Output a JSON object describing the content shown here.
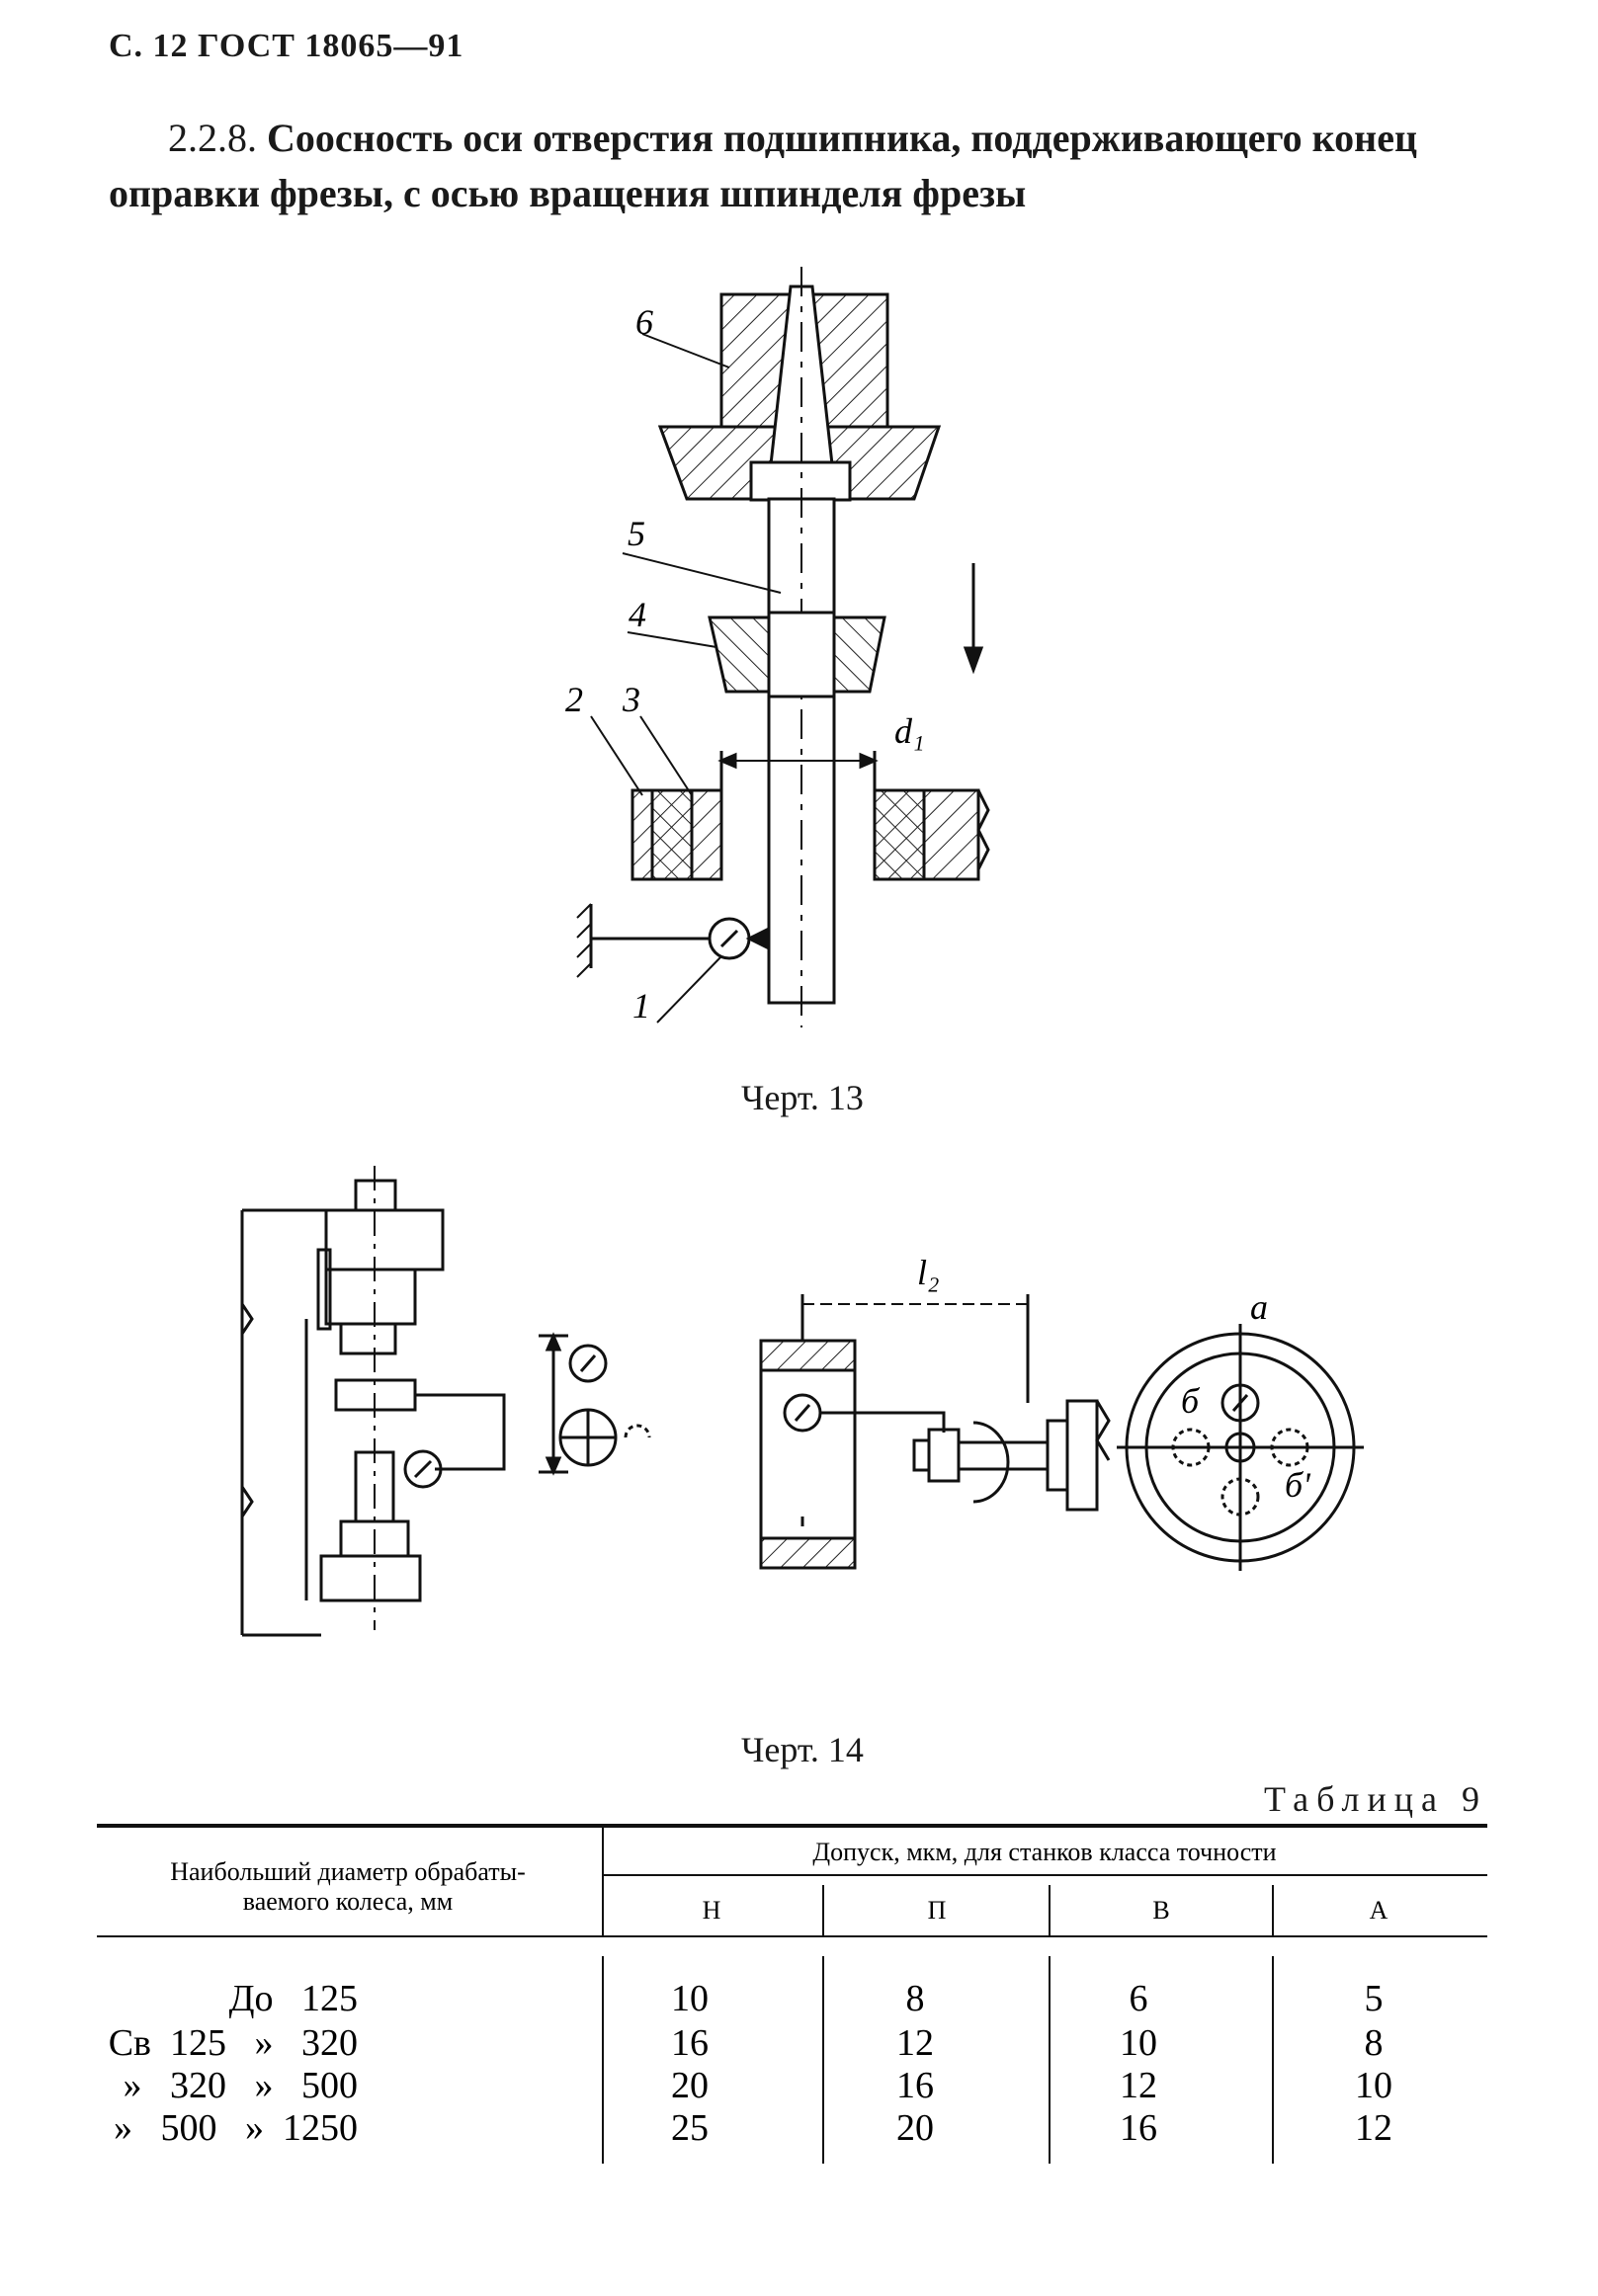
{
  "header": {
    "page_ref": "С. 12 ГОСТ 18065—91"
  },
  "section": {
    "number": "2.2.8.",
    "title": "Соосность оси отверстия подшипника, поддерживающего конец оправки фрезы, с осью вращения шпинделя фрезы"
  },
  "figure13": {
    "caption": "Черт. 13",
    "labels": {
      "l1": "1",
      "l2": "2",
      "l3": "3",
      "l4": "4",
      "l5": "5",
      "l6": "6",
      "d1": "d₁"
    }
  },
  "figure14": {
    "caption": "Черт. 14",
    "labels": {
      "l2": "l₂",
      "a": "а",
      "b": "б",
      "b2": "б'"
    }
  },
  "table": {
    "label": "Таблица 9",
    "row_header": [
      "Наибольший диаметр обрабаты-",
      "ваемого колеса, мм"
    ],
    "group_header": "Допуск, мкм, для станков класса точности",
    "classes": [
      "Н",
      "П",
      "В",
      "А"
    ],
    "rows": [
      {
        "range": "До   125",
        "values": [
          "10",
          "8",
          "6",
          "5"
        ]
      },
      {
        "range": "Св  125   »   320",
        "values": [
          "16",
          "12",
          "10",
          "8"
        ]
      },
      {
        "range": "»   320   »   500",
        "values": [
          "20",
          "16",
          "12",
          "10"
        ]
      },
      {
        "range": "»   500   »  1250",
        "values": [
          "25",
          "20",
          "16",
          "12"
        ]
      }
    ]
  }
}
